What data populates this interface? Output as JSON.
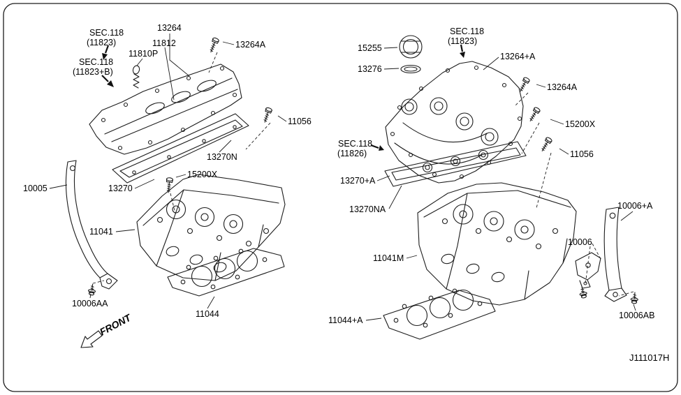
{
  "code": "J111017H",
  "front_label": "FRONT",
  "ink_color": "#1c1c1c",
  "labels": {
    "sec118_top_left_1": "SEC.118",
    "sec118_top_left_2": "(11823)",
    "l13264": "13264",
    "l11812": "11812",
    "l11810P": "11810P",
    "sec118_mid_left_1": "SEC.118",
    "sec118_mid_left_2": "(11823+B)",
    "l13264A_left": "13264A",
    "l11056_left": "11056",
    "l13270N": "13270N",
    "l15200X_left": "15200X",
    "l13270": "13270",
    "l10005": "10005",
    "l11041": "11041",
    "l10006AA": "10006AA",
    "l11044": "11044",
    "l15255": "15255",
    "l13276": "13276",
    "sec118_top_right_1": "SEC.118",
    "sec118_top_right_2": "(11823)",
    "l13264_plus_A": "13264+A",
    "l13264A_right": "13264A",
    "l15200X_right": "15200X",
    "l11056_right": "11056",
    "sec118_right_1": "SEC.118",
    "sec118_right_2": "(11826)",
    "l13270_plus_A": "13270+A",
    "l13270NA": "13270NA",
    "l11041M": "11041M",
    "l10006_plus_A": "10006+A",
    "l10006": "10006",
    "l11044_plus_A": "11044+A",
    "l10006AB": "10006AB"
  }
}
